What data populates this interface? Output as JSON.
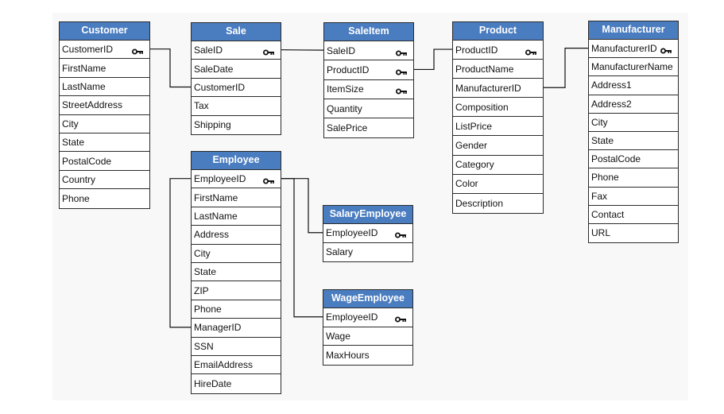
{
  "tables": {
    "customer": {
      "title": "Customer",
      "fields": [
        {
          "label": "CustomerID",
          "key": true
        },
        {
          "label": "FirstName",
          "key": false
        },
        {
          "label": "LastName",
          "key": false
        },
        {
          "label": "StreetAddress",
          "key": false
        },
        {
          "label": "City",
          "key": false
        },
        {
          "label": "State",
          "key": false
        },
        {
          "label": "PostalCode",
          "key": false
        },
        {
          "label": "Country",
          "key": false
        },
        {
          "label": "Phone",
          "key": false
        }
      ]
    },
    "sale": {
      "title": "Sale",
      "fields": [
        {
          "label": "SaleID",
          "key": true
        },
        {
          "label": "SaleDate",
          "key": false
        },
        {
          "label": "CustomerID",
          "key": false
        },
        {
          "label": "Tax",
          "key": false
        },
        {
          "label": "Shipping",
          "key": false
        }
      ]
    },
    "saleitem": {
      "title": "SaleItem",
      "fields": [
        {
          "label": "SaleID",
          "key": true
        },
        {
          "label": "ProductID",
          "key": true
        },
        {
          "label": "ItemSize",
          "key": true
        },
        {
          "label": "Quantity",
          "key": false
        },
        {
          "label": "SalePrice",
          "key": false
        }
      ]
    },
    "product": {
      "title": "Product",
      "fields": [
        {
          "label": "ProductID",
          "key": true
        },
        {
          "label": "ProductName",
          "key": false
        },
        {
          "label": "ManufacturerID",
          "key": false
        },
        {
          "label": "Composition",
          "key": false
        },
        {
          "label": "ListPrice",
          "key": false
        },
        {
          "label": "Gender",
          "key": false
        },
        {
          "label": "Category",
          "key": false
        },
        {
          "label": "Color",
          "key": false
        },
        {
          "label": "Description",
          "key": false
        }
      ]
    },
    "manufacturer": {
      "title": "Manufacturer",
      "fields": [
        {
          "label": "ManufacturerID",
          "key": true
        },
        {
          "label": "ManufacturerName",
          "key": false
        },
        {
          "label": "Address1",
          "key": false
        },
        {
          "label": "Address2",
          "key": false
        },
        {
          "label": "City",
          "key": false
        },
        {
          "label": "State",
          "key": false
        },
        {
          "label": "PostalCode",
          "key": false
        },
        {
          "label": "Phone",
          "key": false
        },
        {
          "label": "Fax",
          "key": false
        },
        {
          "label": "Contact",
          "key": false
        },
        {
          "label": "URL",
          "key": false
        }
      ]
    },
    "employee": {
      "title": "Employee",
      "fields": [
        {
          "label": "EmployeeID",
          "key": true
        },
        {
          "label": "FirstName",
          "key": false
        },
        {
          "label": "LastName",
          "key": false
        },
        {
          "label": "Address",
          "key": false
        },
        {
          "label": "City",
          "key": false
        },
        {
          "label": "State",
          "key": false
        },
        {
          "label": "ZIP",
          "key": false
        },
        {
          "label": "Phone",
          "key": false
        },
        {
          "label": "ManagerID",
          "key": false
        },
        {
          "label": "SSN",
          "key": false
        },
        {
          "label": "EmailAddress",
          "key": false
        },
        {
          "label": "HireDate",
          "key": false
        }
      ]
    },
    "salaryemployee": {
      "title": "SalaryEmployee",
      "fields": [
        {
          "label": "EmployeeID",
          "key": true
        },
        {
          "label": "Salary",
          "key": false
        }
      ]
    },
    "wageemployee": {
      "title": "WageEmployee",
      "fields": [
        {
          "label": "EmployeeID",
          "key": true
        },
        {
          "label": "Wage",
          "key": false
        },
        {
          "label": "MaxHours",
          "key": false
        }
      ]
    }
  },
  "relationships": [
    {
      "from": "customer.CustomerID",
      "to": "sale.CustomerID"
    },
    {
      "from": "sale.SaleID",
      "to": "saleitem.SaleID"
    },
    {
      "from": "product.ProductID",
      "to": "saleitem.ProductID"
    },
    {
      "from": "manufacturer.ManufacturerID",
      "to": "product.ManufacturerID"
    },
    {
      "from": "employee.EmployeeID",
      "to": "employee.ManagerID"
    },
    {
      "from": "employee.EmployeeID",
      "to": "salaryemployee.EmployeeID"
    },
    {
      "from": "employee.EmployeeID",
      "to": "wageemployee.EmployeeID"
    }
  ],
  "colors": {
    "header": "#4a7cc0",
    "border": "#2b2b2b",
    "line": "#111111"
  }
}
